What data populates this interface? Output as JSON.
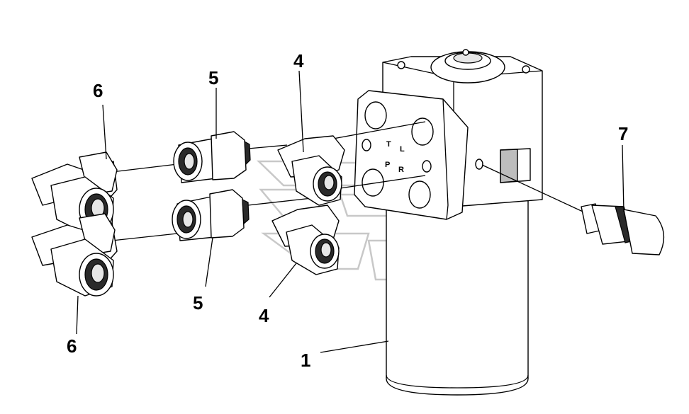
{
  "callouts": {
    "c1": "1",
    "c4_top": "4",
    "c4_bottom": "4",
    "c5_top": "5",
    "c5_bottom": "5",
    "c6_top": "6",
    "c6_bottom": "6",
    "c7": "7"
  },
  "ports": {
    "t": "T",
    "l": "L",
    "p": "P",
    "r": "R"
  },
  "parts": {
    "p1": "steering-unit-body",
    "p4": "elbow-fitting",
    "p5": "straight-adapter",
    "p6": "swivel-elbow-nut",
    "p7": "sensor-plug"
  }
}
